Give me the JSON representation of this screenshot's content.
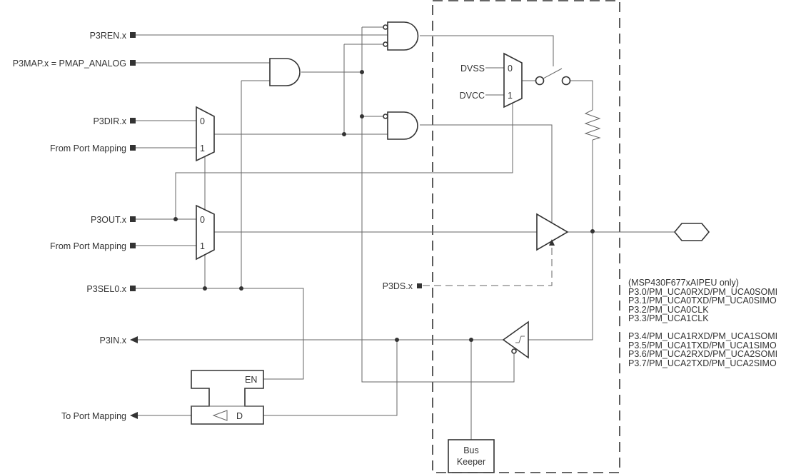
{
  "inputs": {
    "p3ren": "P3REN.x",
    "p3map": "P3MAP.x = PMAP_ANALOG",
    "p3dir": "P3DIR.x",
    "from_pm_1": "From Port Mapping",
    "p3out": "P3OUT.x",
    "from_pm_2": "From Port Mapping",
    "p3sel0": "P3SEL0.x",
    "p3in": "P3IN.x",
    "to_pm": "To Port Mapping",
    "p3ds": "P3DS.x"
  },
  "mux_labels": {
    "zero": "0",
    "one": "1"
  },
  "supply": {
    "dvss": "DVSS",
    "dvcc": "DVCC"
  },
  "latch": {
    "en": "EN",
    "d": "D"
  },
  "bus_keeper": {
    "line1": "Bus",
    "line2": "Keeper"
  },
  "pin_functions": [
    "(MSP430F677xAIPEU only)",
    "P3.0/PM_UCA0RXD/PM_UCA0SOMI",
    "P3.1/PM_UCA0TXD/PM_UCA0SIMO",
    "P3.2/PM_UCA0CLK",
    "P3.3/PM_UCA1CLK",
    "P3.4/PM_UCA1RXD/PM_UCA1SOMI",
    "P3.5/PM_UCA1TXD/PM_UCA1SIMO",
    "P3.6/PM_UCA2RXD/PM_UCA2SOMI",
    "P3.7/PM_UCA2TXD/PM_UCA2SIMO"
  ]
}
